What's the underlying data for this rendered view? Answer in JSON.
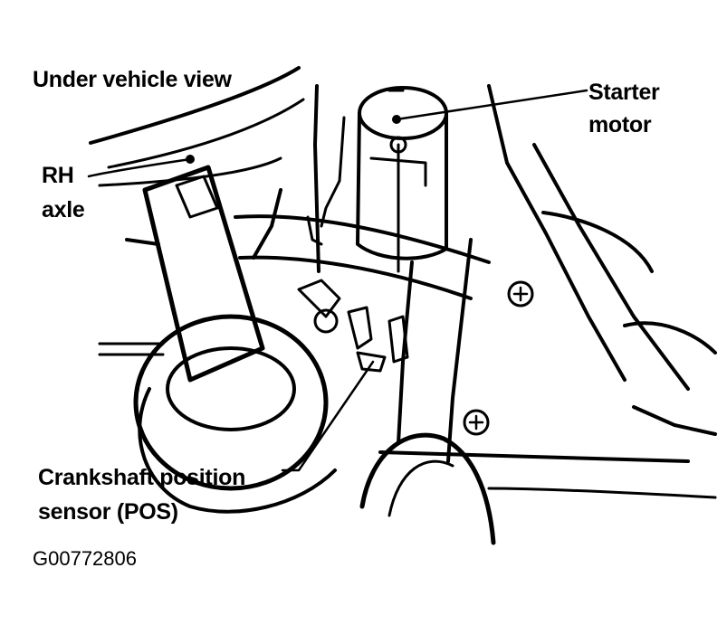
{
  "title": "Under vehicle view",
  "labels": {
    "starter_line1": "Starter",
    "starter_line2": "motor",
    "axle_line1": "RH",
    "axle_line2": "axle",
    "sensor_line1": "Crankshaft position",
    "sensor_line2": "sensor (POS)"
  },
  "figure_code": "G00772806"
}
